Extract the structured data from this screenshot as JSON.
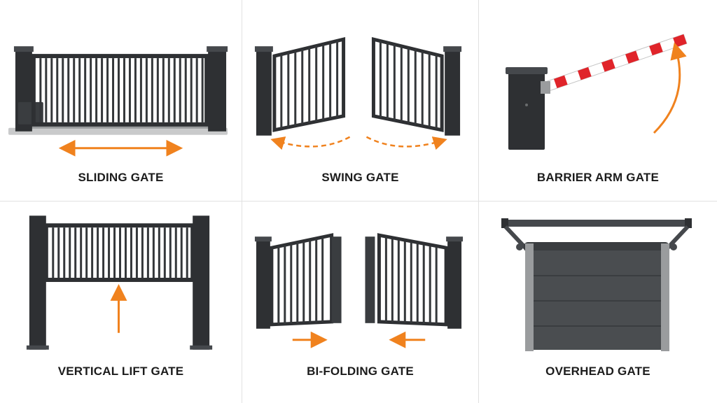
{
  "colors": {
    "frame": "#2e3033",
    "frame_light": "#45484c",
    "bar": "#34373a",
    "arrow": "#f0821e",
    "barrier_red": "#e0242a",
    "base": "#c9cacb",
    "door": "#4a4d50"
  },
  "panels": [
    {
      "label": "SLIDING GATE",
      "illustration": "sliding-gate-illustration"
    },
    {
      "label": "SWING GATE",
      "illustration": "swing-gate-illustration"
    },
    {
      "label": "BARRIER ARM GATE",
      "illustration": "barrier-arm-gate-illustration"
    },
    {
      "label": "VERTICAL LIFT GATE",
      "illustration": "vertical-lift-gate-illustration"
    },
    {
      "label": "BI-FOLDING GATE",
      "illustration": "bi-folding-gate-illustration"
    },
    {
      "label": "OVERHEAD GATE",
      "illustration": "overhead-gate-illustration"
    }
  ]
}
